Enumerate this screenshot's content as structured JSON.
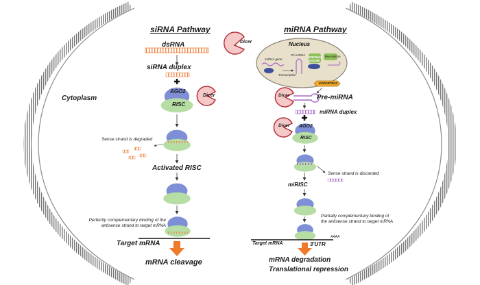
{
  "cytoplasm": "Cytoplasm",
  "sirna": {
    "title": "siRNA Pathway",
    "dsrna": "dsRNA",
    "dicer": "Dicer",
    "duplex": "siRNA duplex",
    "ago2": "AGO2",
    "risc": "RISC",
    "sense_degraded": "Sense strand is degraded",
    "activated_risc": "Activated RISC",
    "binding_note": "Perfectly complementary binding of the antisense strand to target mRNA",
    "target_mrna": "Target mRNA",
    "cleavage": "mRNA cleavage"
  },
  "mirna": {
    "title": "miRNA Pathway",
    "nucleus": "Nucleus",
    "mirna_gene": "miRNA gene",
    "transcription": "Transcription",
    "pri_mirna_1": "Pri-miRNA",
    "drosha": "DROSHA DGCR8",
    "pre_mirna_nuc": "Pre-miRNA",
    "exportin": "EXPORTIN 5",
    "dicer_1": "Dicer",
    "pre_mirna": "Pre-miRNA",
    "duplex": "miRNA duplex",
    "dicer_2": "Dicer",
    "ago2": "AGO2",
    "risc": "RISC",
    "sense_discarded": "Sense strand is discarded",
    "mirisc": "miRISC",
    "binding_note": "Partially complementary binding of the antisense strand to target mRNA",
    "target_mrna": "Target mRNA",
    "utr": "3'UTR",
    "polya": "AAAA",
    "degradation": "mRNA degradation",
    "repression": "Translational repression"
  },
  "colors": {
    "dicer_fill": "#f6c9c9",
    "dicer_stroke": "#b4323a",
    "risc_blue": "#7f8fd6",
    "risc_green": "#b6dda4",
    "rna_orange": "#f08a4b",
    "rna_purple": "#a569c2",
    "arrow_orange": "#ee7a2b",
    "nucleus_fill": "#e8e0cb",
    "membrane": "#8c8c8c"
  }
}
